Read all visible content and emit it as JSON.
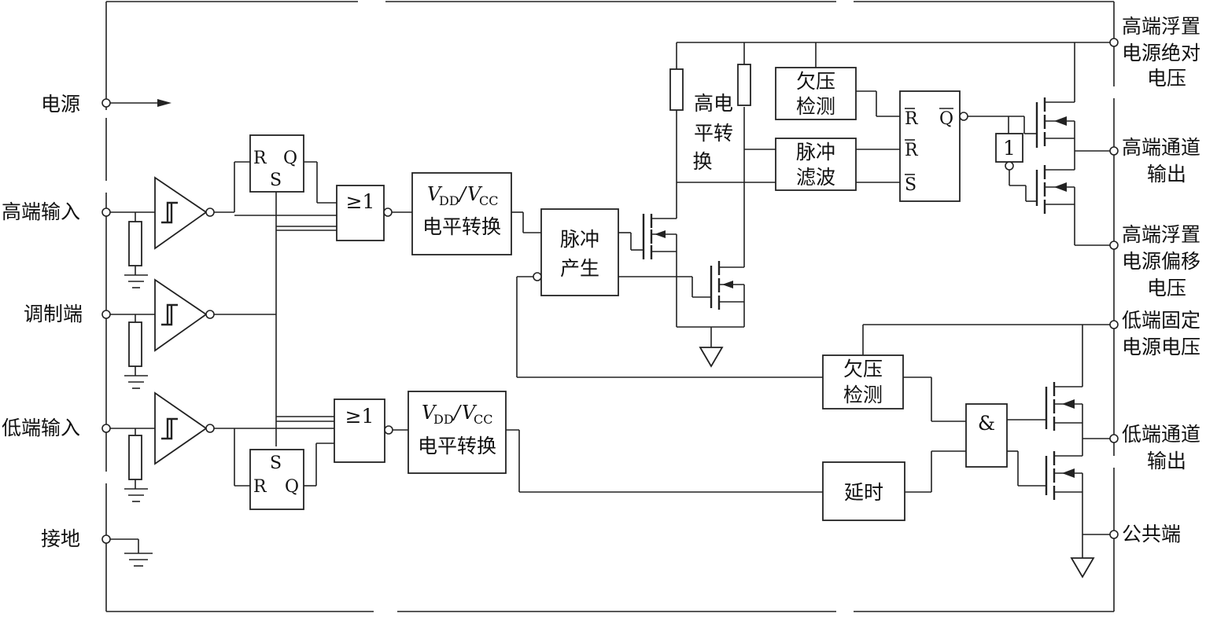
{
  "pins_left": {
    "power": "电源",
    "high_input": "高端输入",
    "modulation": "调制端",
    "low_input": "低端输入",
    "ground": "接地"
  },
  "pins_right": {
    "high_float_abs": [
      "高端浮置",
      "电源绝对",
      "电压"
    ],
    "high_output": [
      "高端通道",
      "输出"
    ],
    "high_float_offset": [
      "高端浮置",
      "电源偏移",
      "电压"
    ],
    "low_fixed_supply": [
      "低端固定",
      "电源电压"
    ],
    "low_output": [
      "低端通道",
      "输出"
    ],
    "common": "公共端"
  },
  "blocks": {
    "level_shift_in": "电平转换",
    "vdd_sub": "DD",
    "vcc_sub": "CC",
    "v_letter": "V",
    "slash": "/",
    "pulse_gen": [
      "脉冲",
      "产生"
    ],
    "hv_level_shift": [
      "高电",
      "平转",
      "换"
    ],
    "uv_detect": [
      "欠压",
      "检测"
    ],
    "pulse_filter": [
      "脉冲",
      "滤波"
    ],
    "delay": "延时",
    "or_gate": "≥1",
    "and_gate": "&",
    "not_gate": "1"
  },
  "latch": {
    "r": "R",
    "s": "S",
    "q": "Q"
  }
}
